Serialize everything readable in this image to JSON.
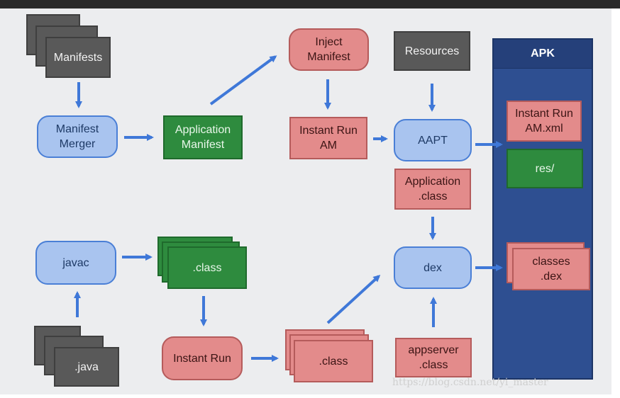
{
  "nodes": {
    "manifests": "Manifests",
    "manifest_merger": "Manifest\nMerger",
    "application_manifest": "Application\nManifest",
    "inject_manifest": "Inject\nManifest",
    "instant_run_am": "Instant Run\nAM",
    "resources": "Resources",
    "aapt": "AAPT",
    "application_class": "Application\n.class",
    "dex": "dex",
    "appserver_class": "appserver\n.class",
    "javac": "javac",
    "class_top": ".class",
    "java": ".java",
    "instant_run": "Instant Run",
    "class_bottom": ".class"
  },
  "apk": {
    "title": "APK",
    "instant_run_am_xml": "Instant Run\nAM.xml",
    "res": "res/",
    "classes_dex": "classes\n.dex"
  },
  "watermark": "https://blog.csdn.net/yi_master",
  "colors": {
    "dark_box": "#595959",
    "blue_node": "#a9c4ef",
    "pink_node": "#e38b8b",
    "green_node": "#2e8b3e",
    "apk_panel": "#2e4f91",
    "arrow": "#3f78d8"
  }
}
